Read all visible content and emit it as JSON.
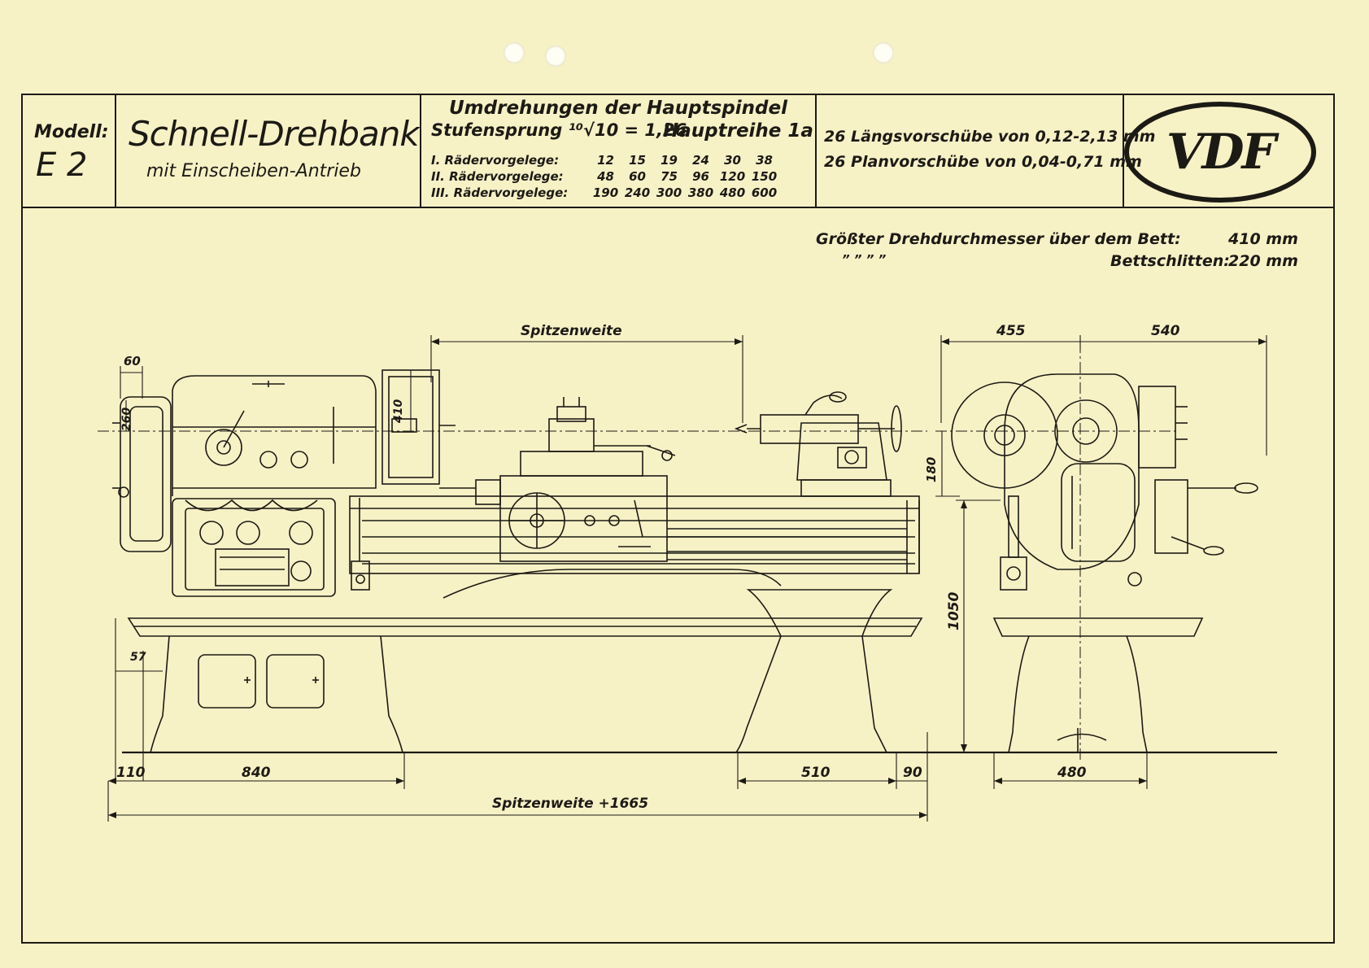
{
  "header": {
    "modell_label": "Modell:",
    "modell_value": "E 2",
    "title": "Schnell-Drehbank",
    "subtitle": "mit Einscheiben-Antrieb",
    "rpm_title": "Umdrehungen der Hauptspindel",
    "stufensprung": "Stufensprung ¹⁰√10 = 1,26",
    "hauptreihe": "Hauptreihe 1a",
    "gear_rows": [
      {
        "name": "I. Rädervorgelege:",
        "values": [
          "12",
          "15",
          "19",
          "24",
          "30",
          "38"
        ]
      },
      {
        "name": "II. Rädervorgelege:",
        "values": [
          "48",
          "60",
          "75",
          "96",
          "120",
          "150"
        ]
      },
      {
        "name": "III. Rädervorgelege:",
        "values": [
          "190",
          "240",
          "300",
          "380",
          "480",
          "600"
        ]
      }
    ],
    "feed_long": "26 Längsvorschübe von 0,12-2,13 mm",
    "feed_cross": "26 Planvorschübe von 0,04-0,71 mm",
    "logo": "VDF"
  },
  "specs": {
    "line1_label": "Größter Drehdurchmesser über dem Bett:",
    "line1_value": "410 mm",
    "line2_ditto": "”          ”                    ”       ”",
    "line2_label": "Bettschlitten:",
    "line2_value": "220 mm"
  },
  "dimensions": {
    "spitzenweite": "Spitzenweite",
    "d_60": "60",
    "d_260": "260",
    "d_410": "410",
    "d_455": "455",
    "d_540": "540",
    "d_180": "180",
    "d_1050": "1050",
    "d_57": "57",
    "d_110": "110",
    "d_840": "840",
    "d_510": "510",
    "d_90": "90",
    "d_480": "480",
    "total": "Spitzenweite +1665"
  }
}
